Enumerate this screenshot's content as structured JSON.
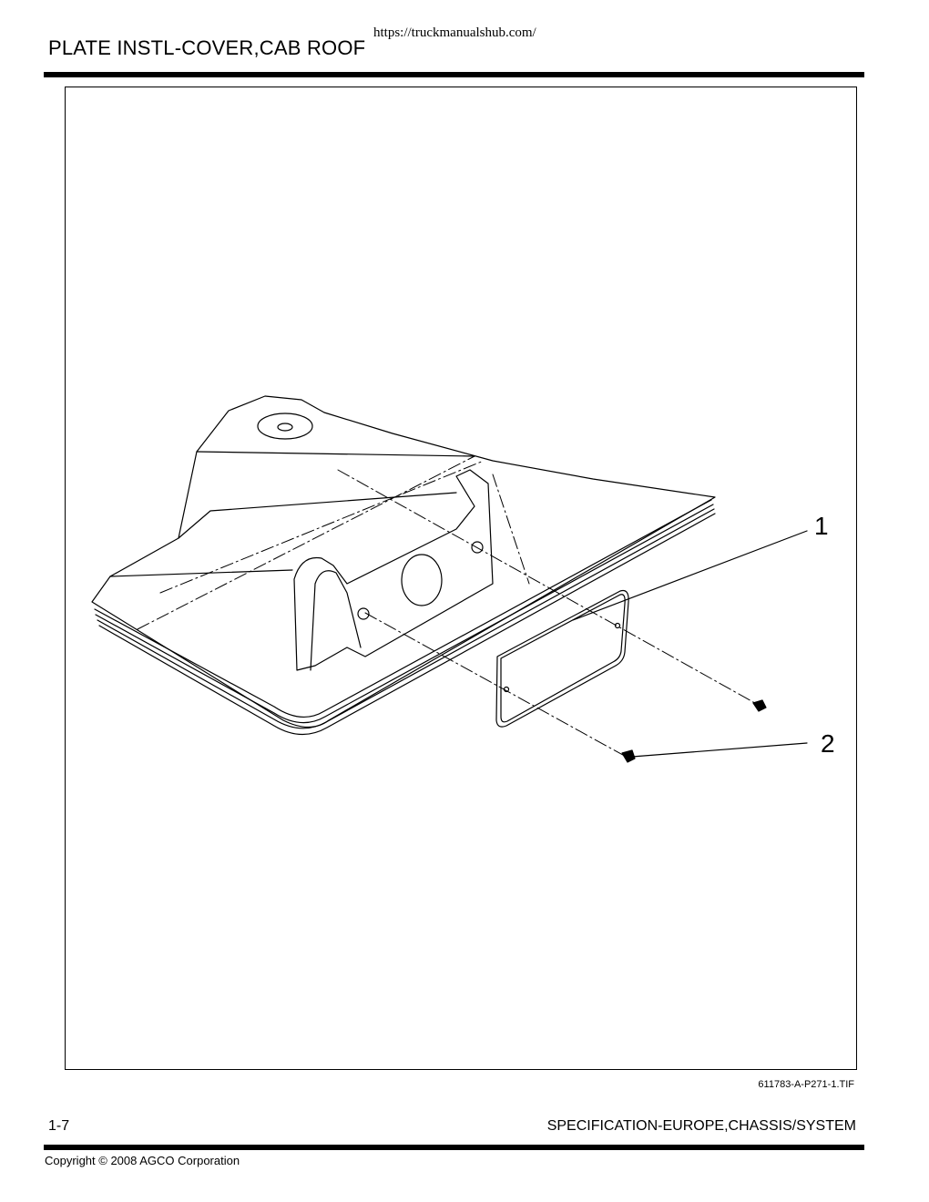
{
  "header": {
    "url": "https://truckmanualshub.com/",
    "title": "PLATE INSTL-COVER,CAB ROOF"
  },
  "figure": {
    "callouts": [
      "1",
      "2"
    ],
    "file_ref": "611783-A-P271-1.TIF"
  },
  "footer": {
    "page": "1-7",
    "section": "SPECIFICATION-EUROPE,CHASSIS/SYSTEM",
    "copyright": "Copyright © 2008 AGCO Corporation"
  }
}
